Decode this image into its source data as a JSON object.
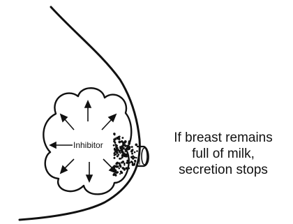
{
  "diagram": {
    "inhibitor_label": "Inhibitor",
    "caption_lines": [
      "If breast remains",
      "full of milk,",
      "secretion stops"
    ]
  },
  "colors": {
    "ink": "#111111",
    "background": "#ffffff"
  }
}
